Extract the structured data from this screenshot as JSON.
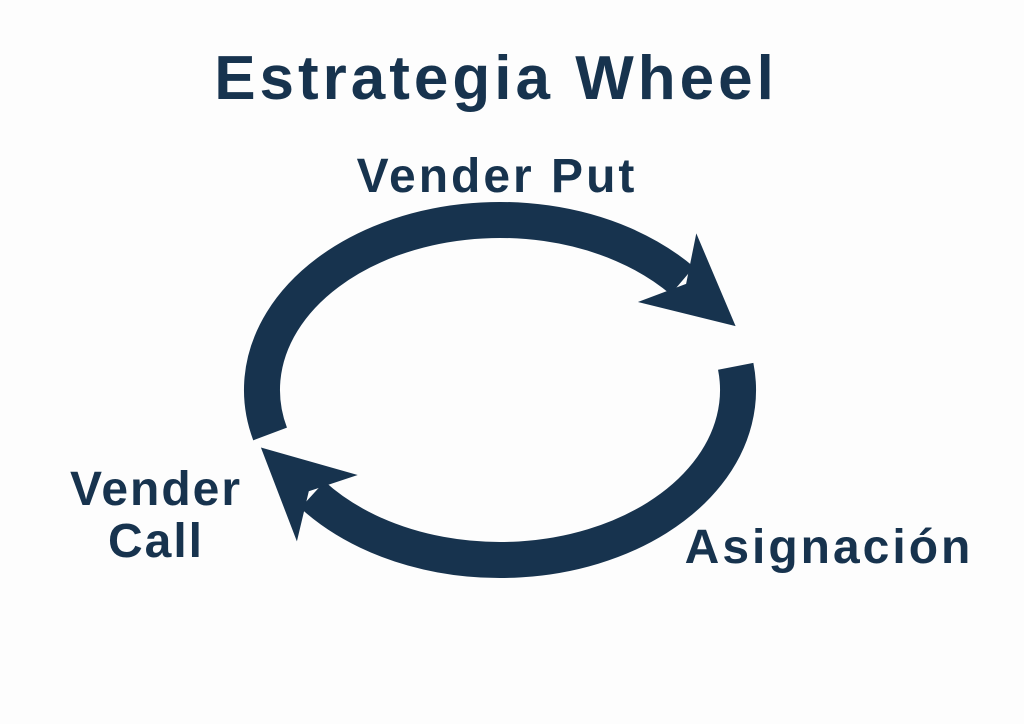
{
  "page": {
    "background_color": "#fdfdfd",
    "accent_color": "#17334e"
  },
  "diagram": {
    "title": "Estrategia Wheel",
    "type": "cycle",
    "direction": "clockwise",
    "wheel_icon": "clockwise-cycle-arrows-icon",
    "steps": [
      {
        "id": "vender-put",
        "label": "Vender Put",
        "position": "top"
      },
      {
        "id": "asignacion",
        "label": "Asignación",
        "position": "bottom-right"
      },
      {
        "id": "vender-call",
        "label": "Vender\nCall",
        "position": "left"
      }
    ]
  }
}
